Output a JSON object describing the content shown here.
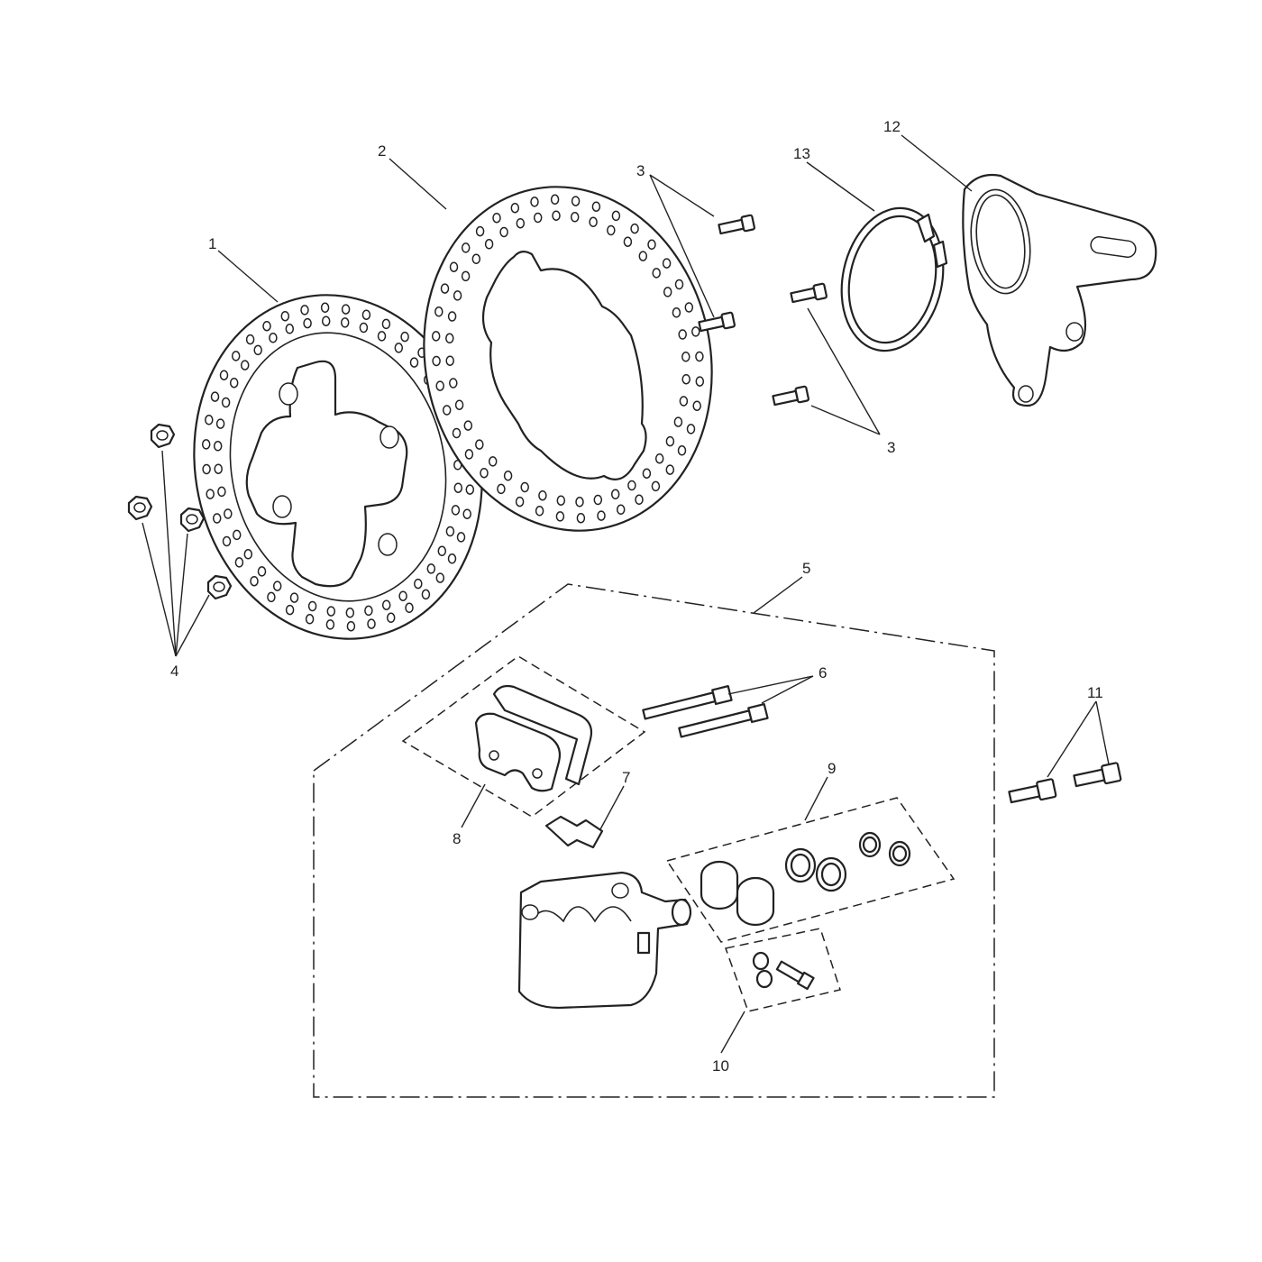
{
  "callouts": {
    "c1": "1",
    "c2": "2",
    "c3a": "3",
    "c3b": "3",
    "c4": "4",
    "c5": "5",
    "c6": "6",
    "c7": "7",
    "c8": "8",
    "c9": "9",
    "c10": "10",
    "c11": "11",
    "c12": "12",
    "c13": "13"
  },
  "colors": {
    "line": "#222222",
    "background": "#ffffff"
  }
}
